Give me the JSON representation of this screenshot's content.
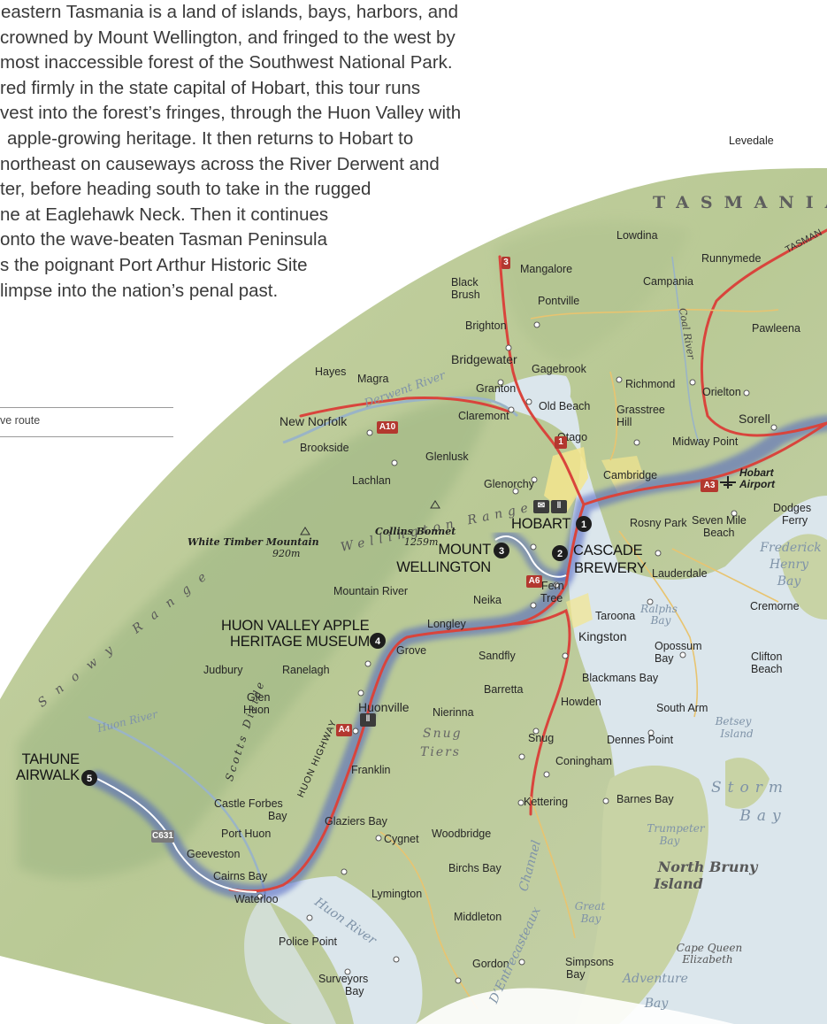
{
  "intro_lines": [
    "eastern Tasmania is a land of islands, bays, harbors, and",
    "crowned by Mount Wellington, and fringed to the west by",
    "most inaccessible forest of the Southwest National Park.",
    "red firmly in the state capital of Hobart, this tour runs",
    "vest into the forest’s fringes, through the Huon Valley with",
    "apple-growing heritage. It then returns to Hobart to",
    "northeast on causeways across the River Derwent and",
    "ter, before heading south to take in the rugged",
    "ne at Eaglehawk Neck. Then it continues",
    "onto the wave-beaten Tasman Peninsula",
    "s the poignant Port Arthur Historic Site",
    "limpse into the nation’s penal past."
  ],
  "key": {
    "route_label": "ve route"
  },
  "region_label": "TASMANIA",
  "road_label_tasman": "TASMAN",
  "stops": [
    {
      "number": "1",
      "name": "HOBART"
    },
    {
      "number": "2",
      "name": "CASCADE BREWERY"
    },
    {
      "number": "3",
      "name": "MOUNT WELLINGTON"
    },
    {
      "number": "4",
      "name": "HUON VALLEY APPLE HERITAGE MUSEUM"
    },
    {
      "number": "5",
      "name": "TAHUNE AIRWALK"
    }
  ],
  "stop_lines": {
    "hobart": "HOBART",
    "cascade_1": "CASCADE",
    "cascade_2": "BREWERY",
    "mount_1": "MOUNT",
    "mount_2": "WELLINGTON",
    "huon_1": "HUON VALLEY APPLE",
    "huon_2": "HERITAGE MUSEUM",
    "tahune_1": "TAHUNE",
    "tahune_2": "AIRWALK"
  },
  "airport": {
    "line1": "Hobart",
    "line2": "Airport"
  },
  "towns": {
    "levedale": "Levedale",
    "lowdina": "Lowdina",
    "runnymede": "Runnymede",
    "mangalore": "Mangalore",
    "campania": "Campania",
    "black": "Black",
    "brush": "Brush",
    "pontville": "Pontville",
    "brighton": "Brighton",
    "pawleena": "Pawleena",
    "bridgewater": "Bridgewater",
    "richmond": "Richmond",
    "orielton": "Orielton",
    "hayes": "Hayes",
    "magra": "Magra",
    "gagebrook": "Gagebrook",
    "granton": "Granton",
    "claremont": "Claremont",
    "old_beach": "Old Beach",
    "grasstree": "Grasstree",
    "hill": "Hill",
    "sorell": "Sorell",
    "new_norfolk": "New Norfolk",
    "midway_point": "Midway Point",
    "otago": "Otago",
    "brookside": "Brookside",
    "glenlusk": "Glenlusk",
    "cambridge": "Cambridge",
    "lachlan": "Lachlan",
    "glenorchy": "Glenorchy",
    "dodges": "Dodges",
    "ferry": "Ferry",
    "rosny_park": "Rosny Park",
    "seven_mile": "Seven Mile",
    "beach": "Beach",
    "lauderdale": "Lauderdale",
    "mountain_river": "Mountain River",
    "neika": "Neika",
    "fern": "Fern",
    "tree": "Tree",
    "cremorne": "Cremorne",
    "taroona": "Taroona",
    "longley": "Longley",
    "kingston": "Kingston",
    "opossum": "Opossum",
    "bay": "Bay",
    "grove": "Grove",
    "clifton": "Clifton",
    "judbury": "Judbury",
    "ranelagh": "Ranelagh",
    "sandfly": "Sandfly",
    "blackmans_bay": "Blackmans Bay",
    "barretta": "Barretta",
    "glen": "Glen",
    "huon": "Huon",
    "huonville": "Huonville",
    "howden": "Howden",
    "nierinna": "Nierinna",
    "south_arm": "South Arm",
    "snug": "Snug",
    "dennes_point": "Dennes Point",
    "coningham": "Coningham",
    "franklin": "Franklin",
    "castle_forbes": "Castle Forbes",
    "kettering": "Kettering",
    "barnes_bay": "Barnes Bay",
    "glaziers_bay": "Glaziers Bay",
    "port_huon": "Port Huon",
    "cygnet": "Cygnet",
    "woodbridge": "Woodbridge",
    "geeveston": "Geeveston",
    "cairns_bay": "Cairns Bay",
    "birchs_bay": "Birchs Bay",
    "waterloo": "Waterloo",
    "lymington": "Lymington",
    "middleton": "Middleton",
    "police_point": "Police Point",
    "gordon": "Gordon",
    "simpsons": "Simpsons",
    "surveyors": "Surveyors"
  },
  "waters": {
    "derwent_river": "Derwent River",
    "coal_river": "Coal River",
    "frederick": "Frederick",
    "henry": "Henry",
    "ralphs": "Ralphs",
    "betsey": "Betsey",
    "island": "Island",
    "storm": "Storm",
    "bay_big": "Bay",
    "trumpeter": "Trumpeter",
    "north_bruny": "North Bruny",
    "island_big": "Island",
    "great": "Great",
    "cape_queen": "Cape Queen",
    "elizabeth": "Elizabeth",
    "adventure": "Adventure",
    "huon_river_w": "Huon River",
    "huon_river_s": "Huon River",
    "dentrecasteaux": "D’Entrecasteaux",
    "channel": "Channel"
  },
  "terrain": {
    "wellington_range": "Wellington Range",
    "snowy_range": "Snowy Range",
    "scotts_divide": "Scotts Divide",
    "snug": "Snug",
    "tiers": "Tiers",
    "huon_highway": "HUON HIGHWAY"
  },
  "peaks": {
    "white_timber": "White Timber Mountain",
    "white_timber_elev": "920m",
    "collins_bonnet": "Collins Bonnet",
    "collins_elev": "1259m"
  },
  "road_shields": {
    "r1": "1",
    "r3": "3",
    "a10": "A10",
    "a3": "A3",
    "a4": "A4",
    "a6": "A6",
    "c631": "C631"
  },
  "colors": {
    "land": "#c9d4ad",
    "forest": "#a5bc8b",
    "water": "#dde8ee",
    "route_glow": "#4a5fbf",
    "road": "#d9443c",
    "urban": "#f3e58e"
  }
}
